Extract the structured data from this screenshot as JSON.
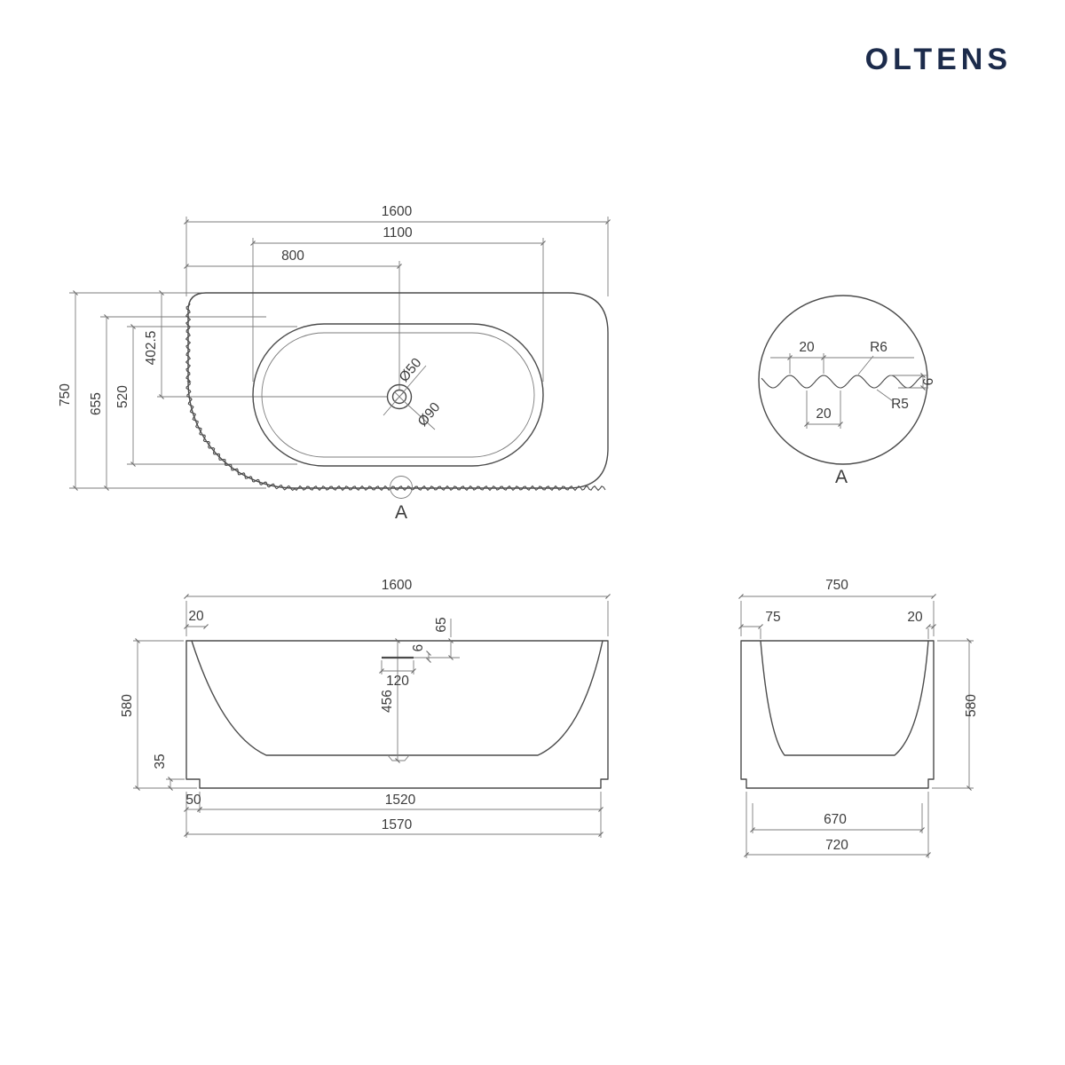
{
  "brand": {
    "logo_text": "OLTENS"
  },
  "colors": {
    "logo": "#1c2b4b",
    "line": "#4b4b4b",
    "dim_line": "#7d7d7d",
    "text": "#3c3c3c"
  },
  "plan_view": {
    "dim_1600": "1600",
    "dim_1100": "1100",
    "dim_800": "800",
    "dim_750": "750",
    "dim_655": "655",
    "dim_520": "520",
    "dim_402_5": "402.5",
    "dim_drain_small": "Ø50",
    "dim_drain_large": "Ø90",
    "detail_marker": "A"
  },
  "detail_view": {
    "dim_pitch_top": "20",
    "dim_r6": "R6",
    "dim_depth": "6",
    "dim_r5": "R5",
    "dim_pitch_bottom": "20",
    "label": "A"
  },
  "front_view": {
    "dim_1600": "1600",
    "dim_20": "20",
    "dim_65": "65",
    "dim_6": "6",
    "dim_120": "120",
    "dim_456": "456",
    "dim_580": "580",
    "dim_35": "35",
    "dim_50": "50",
    "dim_1520": "1520",
    "dim_1570": "1570"
  },
  "side_view": {
    "dim_750": "750",
    "dim_75": "75",
    "dim_20": "20",
    "dim_580": "580",
    "dim_670": "670",
    "dim_720": "720"
  }
}
